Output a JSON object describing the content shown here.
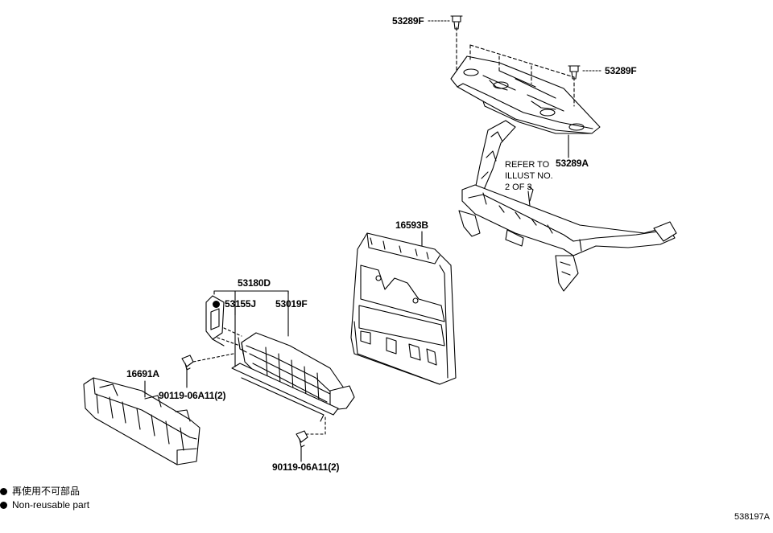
{
  "diagram_id": "538197A",
  "callouts": {
    "c53289f_top": "53289F",
    "c53289f_right": "53289F",
    "c53289a": "53289A",
    "c16593b": "16593B",
    "c53180d": "53180D",
    "c53155j": "53155J",
    "c53019f": "53019F",
    "c16691a": "16691A",
    "c90119_upper": "90119-06A11(2)",
    "c90119_lower": "90119-06A11(2)"
  },
  "refer_note": "REFER TO\nILLUST NO.\n2 OF 3",
  "legend": {
    "symbol": "●",
    "line_jp": "再使用不可部品",
    "line_en": "Non-reusable part"
  }
}
